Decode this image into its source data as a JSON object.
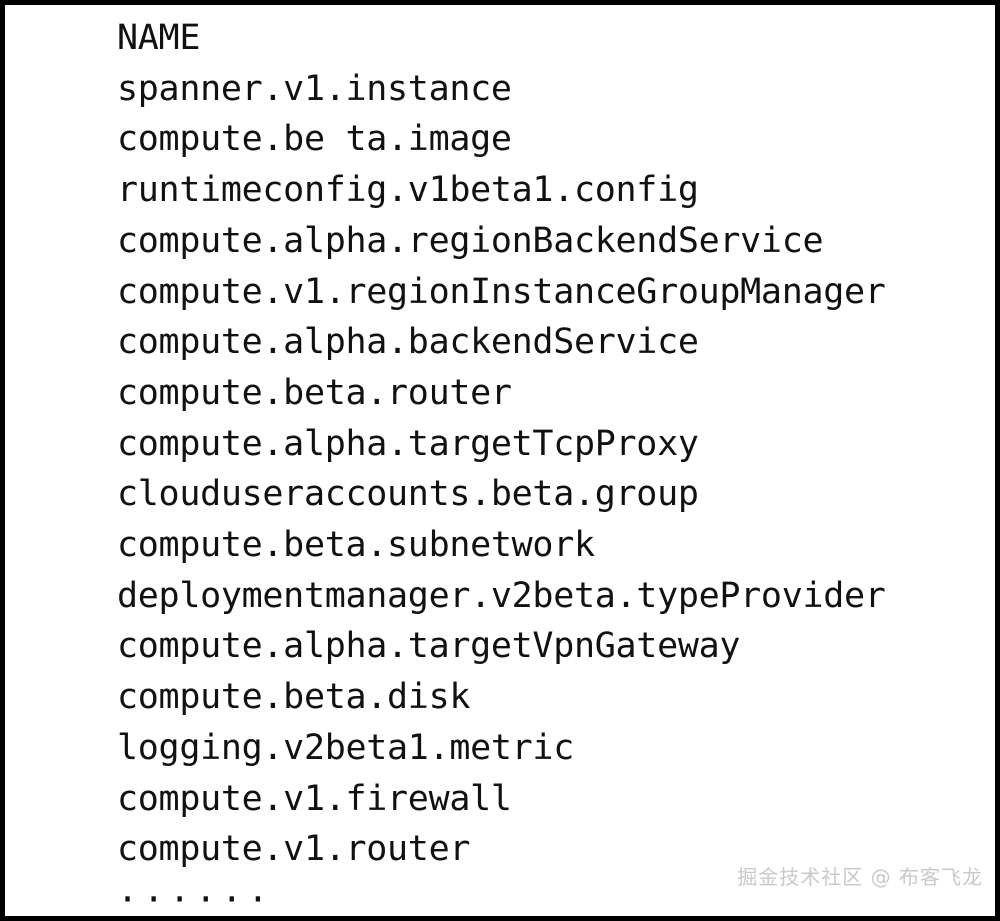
{
  "frame": {
    "border_color": "#000000",
    "background_color": "#ffffff",
    "text_color": "#111111"
  },
  "terminal": {
    "header": "NAME",
    "rows": [
      "spanner.v1.instance",
      "compute.be ta.image",
      "runtimeconfig.v1beta1.config",
      "compute.alpha.regionBackendService",
      "compute.v1.regionInstanceGroupManager",
      "compute.alpha.backendService",
      "compute.beta.router",
      "compute.alpha.targetTcpProxy",
      "clouduseraccounts.beta.group",
      "compute.beta.subnetwork",
      "deploymentmanager.v2beta.typeProvider",
      "compute.alpha.targetVpnGateway",
      "compute.beta.disk",
      "logging.v2beta1.metric",
      "compute.v1.firewall",
      "compute.v1.router"
    ],
    "truncation_indicator": "······"
  },
  "watermark": {
    "text": "掘金技术社区 @ 布客飞龙",
    "color": "#c9c9c9"
  }
}
